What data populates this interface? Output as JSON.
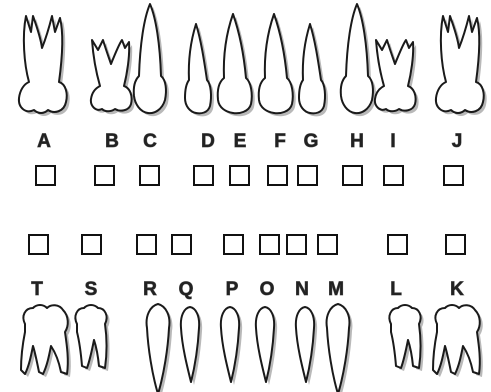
{
  "upper": {
    "teeth": [
      {
        "letter": "A",
        "kind": "molar"
      },
      {
        "letter": "B",
        "kind": "molar-small"
      },
      {
        "letter": "C",
        "kind": "canine"
      },
      {
        "letter": "D",
        "kind": "incisor-lateral"
      },
      {
        "letter": "E",
        "kind": "incisor-central"
      },
      {
        "letter": "F",
        "kind": "incisor-central"
      },
      {
        "letter": "G",
        "kind": "incisor-lateral"
      },
      {
        "letter": "H",
        "kind": "canine"
      },
      {
        "letter": "I",
        "kind": "molar-small"
      },
      {
        "letter": "J",
        "kind": "molar"
      }
    ]
  },
  "lower": {
    "teeth": [
      {
        "letter": "T",
        "kind": "molar"
      },
      {
        "letter": "S",
        "kind": "molar-small"
      },
      {
        "letter": "R",
        "kind": "canine"
      },
      {
        "letter": "Q",
        "kind": "incisor"
      },
      {
        "letter": "P",
        "kind": "incisor"
      },
      {
        "letter": "O",
        "kind": "incisor"
      },
      {
        "letter": "N",
        "kind": "incisor"
      },
      {
        "letter": "M",
        "kind": "canine"
      },
      {
        "letter": "L",
        "kind": "molar-small"
      },
      {
        "letter": "K",
        "kind": "molar"
      }
    ]
  },
  "colors": {
    "outline": "#1a1a1a",
    "shadow": "#b9b9b9",
    "letter": "#222222",
    "background": "#ffffff"
  }
}
